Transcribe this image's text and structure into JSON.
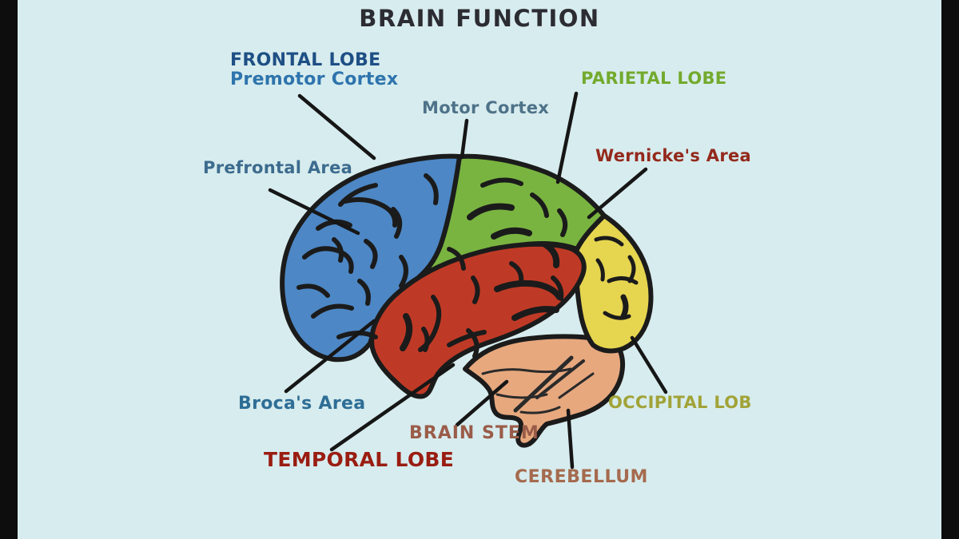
{
  "title": "BRAIN FUNCTION",
  "colors": {
    "background": "#d7ecee",
    "letterbox": "#0d0d0d",
    "outline": "#1b1b1b",
    "leader_line": "#161616",
    "title_text": "#2c2c33",
    "frontal_lobe_fill": "#4d87c5",
    "parietal_lobe_fill": "#79b440",
    "temporal_lobe_fill": "#bf3a26",
    "occipital_lobe_fill": "#e6d54f",
    "cerebellum_fill": "#e7a87e"
  },
  "labels": {
    "frontal": {
      "title": "FRONTAL LOBE",
      "subtitle": "Premotor Cortex",
      "title_color": "#1e4f85",
      "subtitle_color": "#2e74ad"
    },
    "motor": {
      "text": "Motor Cortex",
      "color": "#4e7289"
    },
    "parietal": {
      "text": "PARIETAL LOBE",
      "color": "#73aa2d"
    },
    "wernicke": {
      "text": "Wernicke's Area",
      "color": "#93291c"
    },
    "prefrontal": {
      "text": "Prefrontal Area",
      "color": "#3c6b8e"
    },
    "broca": {
      "text": "Broca's Area",
      "color": "#2e6e96"
    },
    "temporal": {
      "text": "TEMPORAL LOBE",
      "color": "#9a1d12"
    },
    "brainstem": {
      "text": "BRAIN STEM",
      "color": "#9a5c49"
    },
    "cerebellum": {
      "text": "CEREBELLUM",
      "color": "#a56a4e"
    },
    "occipital": {
      "text": "OCCIPITAL LOB",
      "color": "#a2a338"
    }
  }
}
